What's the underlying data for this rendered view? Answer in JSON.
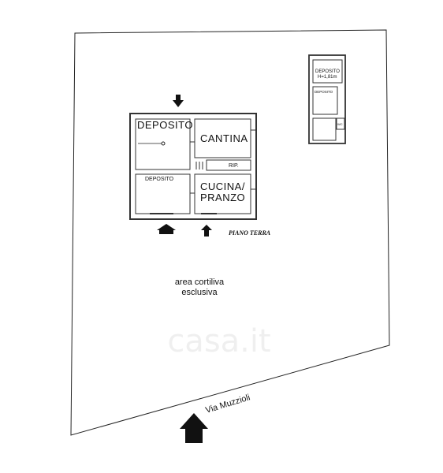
{
  "rooms": {
    "deposito_main": "DEPOSITO",
    "cantina": "CANTINA",
    "deposito_small": "DEPOSITO",
    "rip": "RIP.",
    "cucina_line1": "CUCINA/",
    "cucina_line2": "PRANZO"
  },
  "floor_label": "PIANO TERRA",
  "courtyard": {
    "line1": "area cortiliva",
    "line2": "esclusiva"
  },
  "street": "Via Muzzioli",
  "annex": {
    "deposito": "DEPOSITO",
    "height": "H=1,81m",
    "deposito_small": "DEPOSITO",
    "wc": "WC"
  },
  "watermark": "casa.it"
}
